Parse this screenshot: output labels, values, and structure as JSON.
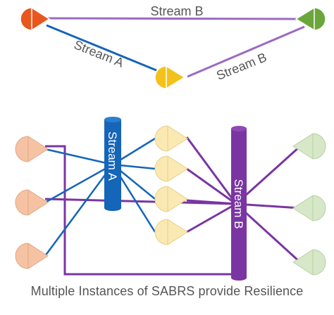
{
  "caption": "Multiple Instances of SABRS provide Resilience",
  "top_diagram": {
    "label_b_top": "Stream B",
    "label_a": "Stream A",
    "label_b_diag": "Stream B"
  },
  "bottom_diagram": {
    "pillar_a_label": "Stream A",
    "pillar_b_label": "Stream B"
  },
  "colors": {
    "stream_a": "#1565b8",
    "stream_b": "#7a35a3",
    "stream_b_light": "#9a6bc0",
    "node_orange": "#e8571e",
    "node_yellow": "#f3c21a",
    "node_green": "#6aa63a",
    "node_peach": "#f6c2a4",
    "node_cream": "#fbe9b4",
    "node_mint": "#d6e8c8",
    "label_text": "#555555"
  }
}
